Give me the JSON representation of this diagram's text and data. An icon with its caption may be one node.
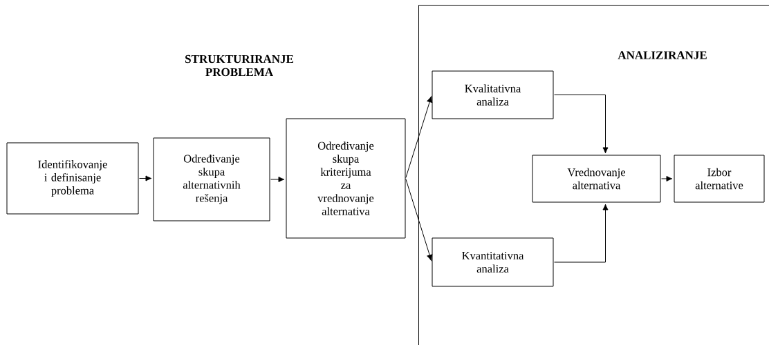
{
  "diagram": {
    "nodes": [
      {
        "text": [
          "Identifikovanje i definisanje problema"
        ]
      },
      {
        "text": [
          "Određivanje skupa alternativnih rešenja"
        ]
      },
      {
        "text": [
          "Određivanje skupa kriterijuma za vrednovanje alternativa"
        ]
      },
      {
        "text": [
          "ANALIZIRANJE"
        ]
      },
      {
        "text": [
          "Kvalitativna analiza"
        ],
        "in": 3
      },
      {
        "text": [
          "Vrednovanje alternativa"
        ],
        "in": 3
      },
      {
        "text": [
          "Izbor alternative"
        ],
        "in": 3
      },
      {
        "text": [
          "Kvantitativna analiza"
        ],
        "in": 3
      }
    ],
    "edges": [
      {
        "from": 0,
        "to": 1,
        "arrow": "to"
      },
      {
        "from": 1,
        "to": 2,
        "arrow": "to"
      },
      {
        "from": 2,
        "to": 4,
        "arrow": "to"
      },
      {
        "from": 2,
        "to": 7,
        "arrow": "to"
      },
      {
        "from": 4,
        "to": 5,
        "arrow": "to"
      },
      {
        "from": 7,
        "to": 5,
        "arrow": "to"
      },
      {
        "from": 5,
        "to": 6,
        "arrow": "to"
      }
    ],
    "labels": [
      "STRUKTURIRANJE PROBLEMA"
    ]
  }
}
